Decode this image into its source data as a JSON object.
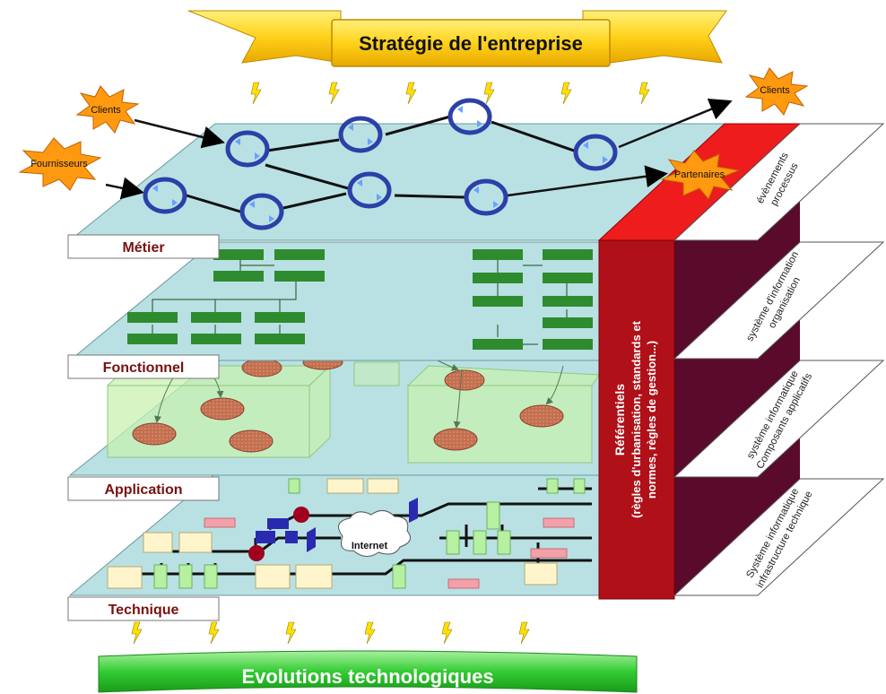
{
  "banner_top": "Stratégie de l'entreprise",
  "banner_bottom": "Evolutions technologiques",
  "actors": {
    "clients_left": "Clients",
    "fournisseurs": "Fournisseurs",
    "clients_right": "Clients",
    "partenaires": "Partenaires"
  },
  "layers": [
    "Métier",
    "Fonctionnel",
    "Application",
    "Technique"
  ],
  "internet_label": "Internet",
  "referentiels": {
    "line1": "Référentiels",
    "line2": "(règles d'urbanisation, standards et",
    "line3": "normes, règles de gestion...)"
  },
  "side_panels": [
    {
      "line1": "évènements",
      "line2": "processus"
    },
    {
      "line1": "système d'information",
      "line2": "organisation"
    },
    {
      "line1": "système informatique",
      "line2": "Composants applicatifs"
    },
    {
      "line1": "Système informatique",
      "line2": "infrastructure technique"
    }
  ],
  "colors": {
    "plane": "#b9e1e3",
    "banner_top": "#ffd21a",
    "banner_bottom": "#33cc33",
    "referentiels": "#b01018",
    "side_dark": "#5a0a2a",
    "star": "#ff9a10",
    "process_ring": "#2c40a8",
    "function_box": "#2e8b2e"
  }
}
